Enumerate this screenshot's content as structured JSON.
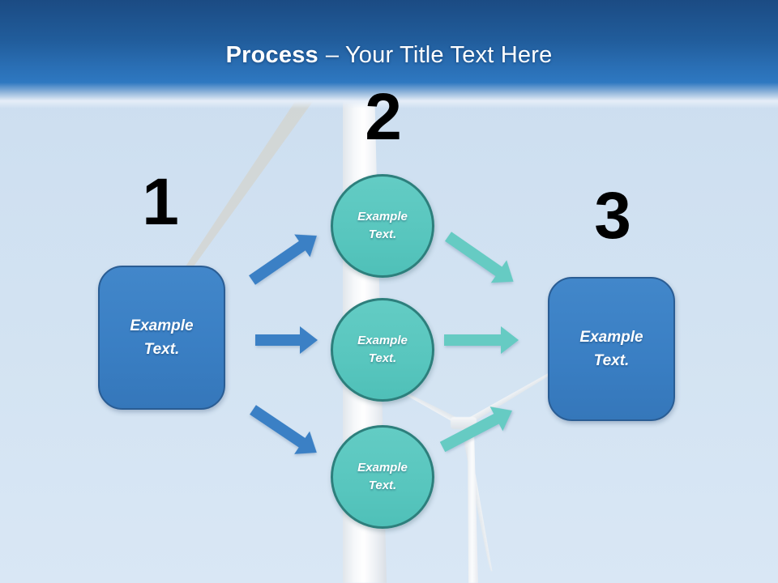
{
  "slide_title": {
    "bold_part": "Process",
    "regular_part": "– Your Title Text Here"
  },
  "steps": {
    "step1": {
      "number": "1",
      "box_label": "Example Text."
    },
    "step2": {
      "number": "2",
      "circle_labels": [
        "Example Text.",
        "Example Text.",
        "Example Text."
      ]
    },
    "step3": {
      "number": "3",
      "box_label": "Example Text."
    }
  },
  "background": {
    "photo": "wind-turbines-against-blue-sky"
  },
  "colors": {
    "header_gradient_top": "#1b4b83",
    "header_gradient_bottom": "#2e78c1",
    "title_text": "#ffffff",
    "process_box_fill": "#3a7fc4",
    "process_box_border": "#2a5d94",
    "circle_fill": "#58c6be",
    "circle_border": "#2d7f7c",
    "arrow_blue": "#3b80c5",
    "arrow_teal": "#66cbc3",
    "step_number_color": "#000000",
    "label_color": "#ffffff",
    "sky": "#d2e2f2"
  }
}
